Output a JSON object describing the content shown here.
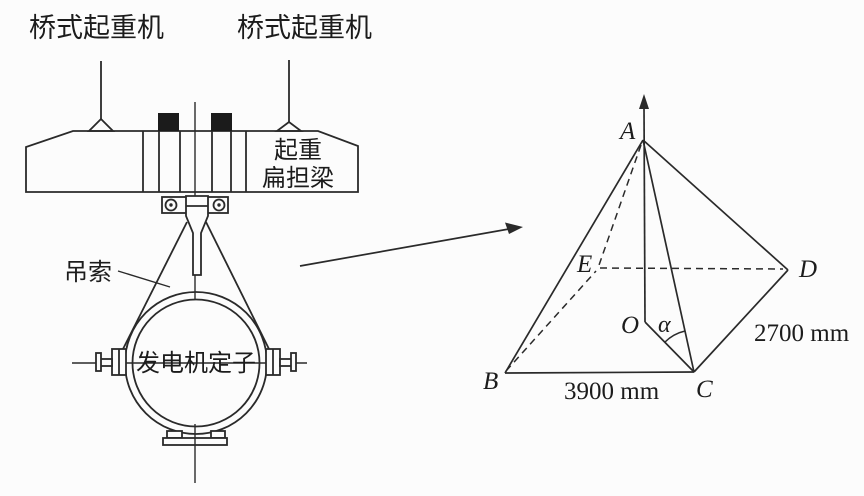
{
  "left_figure": {
    "crane_labels": [
      "桥式起重机",
      "桥式起重机"
    ],
    "beam_label_line1": "起重",
    "beam_label_line2": "扁担梁",
    "sling_label": "吊索",
    "stator_label": "发电机定子"
  },
  "pyramid": {
    "labels": {
      "A": "A",
      "B": "B",
      "C": "C",
      "D": "D",
      "E": "E",
      "O": "O",
      "alpha": "α"
    },
    "dims": {
      "BC": "3900 mm",
      "CD": "2700 mm"
    }
  },
  "colors": {
    "line": "#2a2a2a",
    "fill_block": "#1b1b1b",
    "background": "#fcfcfc"
  }
}
